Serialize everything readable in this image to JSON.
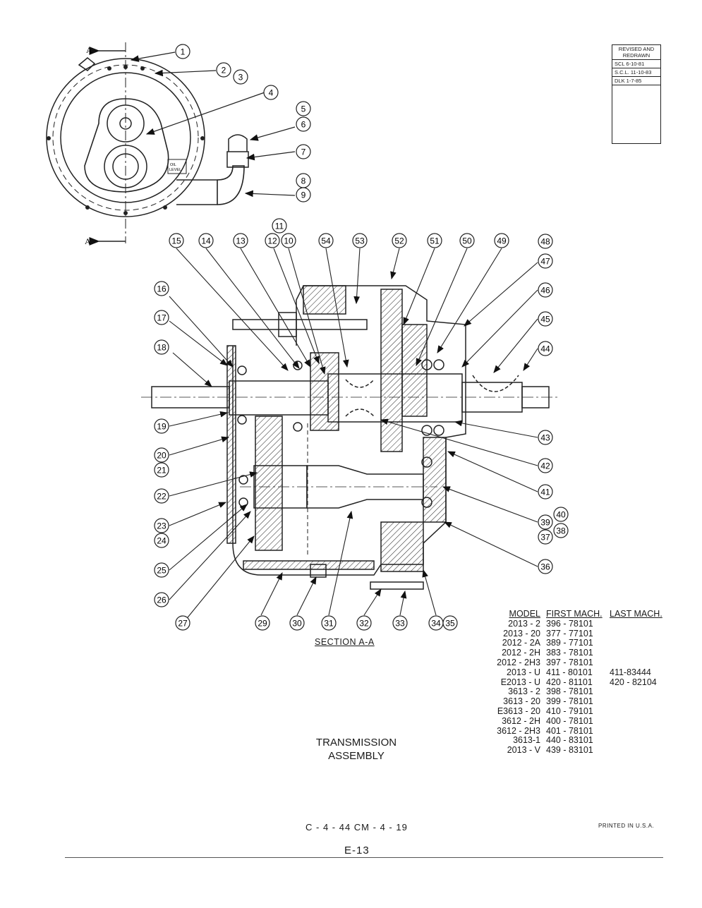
{
  "revision_box": {
    "heading": [
      "REVISED AND",
      "REDRAWN"
    ],
    "entries": [
      "SCL 6-10-81",
      "S.C.L. 11-10-83",
      "DLK 1-7-85"
    ]
  },
  "top_view": {
    "section_marker": "A",
    "oil_level_label": [
      "OIL",
      "LEVEL"
    ],
    "callouts": [
      "1",
      "2",
      "3",
      "4",
      "5",
      "6",
      "7",
      "8",
      "9"
    ]
  },
  "section_view": {
    "caption": "SECTION A-A",
    "callouts": [
      "10",
      "11",
      "12",
      "13",
      "14",
      "15",
      "16",
      "17",
      "18",
      "19",
      "20",
      "21",
      "22",
      "23",
      "24",
      "25",
      "26",
      "27",
      "29",
      "30",
      "31",
      "32",
      "33",
      "34",
      "35",
      "36",
      "37",
      "38",
      "39",
      "40",
      "41",
      "42",
      "43",
      "44",
      "45",
      "46",
      "47",
      "48",
      "49",
      "50",
      "51",
      "52",
      "53",
      "54"
    ]
  },
  "model_table": {
    "headers": [
      "MODEL",
      "FIRST MACH.",
      "LAST MACH."
    ],
    "rows": [
      [
        "2013 - 2",
        "396 - 78101",
        ""
      ],
      [
        "2013 - 20",
        "377 - 77101",
        ""
      ],
      [
        "2012 - 2A",
        "389 - 77101",
        ""
      ],
      [
        "2012 - 2H",
        "383 - 78101",
        ""
      ],
      [
        "2012 - 2H3",
        "397 - 78101",
        ""
      ],
      [
        "2013 - U",
        "411 - 80101",
        "411-83444"
      ],
      [
        "E2013 - U",
        "420 - 81101",
        "420 - 82104"
      ],
      [
        "3613 - 2",
        "398 - 78101",
        ""
      ],
      [
        "3613 - 20",
        "399 - 78101",
        ""
      ],
      [
        "E3613 - 20",
        "410 - 79101",
        ""
      ],
      [
        "3612 - 2H",
        "400 - 78101",
        ""
      ],
      [
        "3612 - 2H3",
        "401 - 78101",
        ""
      ],
      [
        "3613-1",
        "440 - 83101",
        ""
      ],
      [
        "2013 - V",
        "439 - 83101",
        ""
      ]
    ]
  },
  "title": [
    "TRANSMISSION",
    "ASSEMBLY"
  ],
  "footer": {
    "codes": "C - 4 - 44    CM - 4 - 19",
    "printed": "PRINTED IN U.S.A.",
    "page": "E-13"
  }
}
